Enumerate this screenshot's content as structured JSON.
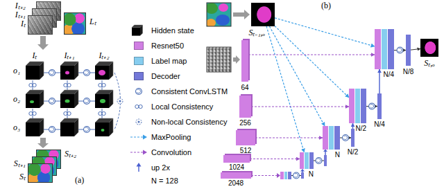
{
  "diagram": {
    "nodes": [
      {
        "text": [
          "Iₜ₊₂"
        ]
      },
      {
        "text": [
          "Iₜ₊₁"
        ]
      },
      {
        "text": [
          "Iₜ"
        ]
      },
      {
        "text": [
          "Lₜ"
        ]
      },
      {
        "text": [
          "Sₜ₊₂"
        ]
      },
      {
        "text": [
          "Sₜ₊₁"
        ]
      },
      {
        "text": [
          "Sₜ"
        ]
      },
      {
        "text": [
          "Sₜ₋₁,ₒ"
        ]
      },
      {
        "text": [
          "64"
        ]
      },
      {
        "text": [
          "256"
        ]
      },
      {
        "text": [
          "512"
        ]
      },
      {
        "text": [
          "1024"
        ]
      },
      {
        "text": [
          "2048"
        ]
      },
      {
        "text": [
          "Sₜ,ₒ"
        ]
      },
      {
        "text": [
          "N/4"
        ]
      },
      {
        "text": [
          "N/8"
        ]
      },
      {
        "text": [
          "N/2"
        ]
      },
      {
        "text": [
          "N/4"
        ]
      },
      {
        "text": [
          "N"
        ]
      },
      {
        "text": [
          "N/2"
        ]
      },
      {
        "text": [
          "N"
        ]
      }
    ],
    "edges": [
      {
        "from": 7,
        "to": 14,
        "arrow": "to"
      },
      {
        "from": 7,
        "to": 16,
        "arrow": "to"
      },
      {
        "from": 7,
        "to": 18,
        "arrow": "to"
      },
      {
        "from": 7,
        "to": 20,
        "arrow": "to"
      },
      {
        "from": 8,
        "to": 14,
        "arrow": "to"
      },
      {
        "from": 9,
        "to": 16,
        "arrow": "to"
      },
      {
        "from": 10,
        "to": 18,
        "arrow": "to"
      },
      {
        "from": 11,
        "to": 20,
        "arrow": "to"
      },
      {
        "from": 14,
        "to": 15,
        "arrow": "to"
      },
      {
        "from": 16,
        "to": 17,
        "arrow": "to"
      },
      {
        "from": 18,
        "to": 19,
        "arrow": "to"
      },
      {
        "from": 19,
        "to": 16,
        "arrow": "to"
      },
      {
        "from": 17,
        "to": 14,
        "arrow": "to"
      },
      {
        "from": 15,
        "to": 13,
        "arrow": "to"
      }
    ],
    "labels": [
      "Iₜ",
      "Iₜ₊₁",
      "Iₜ₊₂",
      "o₁",
      "o₂",
      "o₃",
      "(a)",
      "(b)",
      "N = 128"
    ],
    "legend": [
      {
        "text": "Hidden state"
      },
      {
        "text": "Resnet50",
        "color": "#d07fe3"
      },
      {
        "text": "Label map",
        "color": "#86cdef"
      },
      {
        "text": "Decoder",
        "color": "#7378d8"
      },
      {
        "text": "Consistent ConvLSTM"
      },
      {
        "text": "Local Consistency"
      },
      {
        "text": "Non-local Consistency"
      },
      {
        "text": "MaxPooling"
      },
      {
        "text": "Convolution"
      },
      {
        "text": "up 2x"
      }
    ]
  }
}
